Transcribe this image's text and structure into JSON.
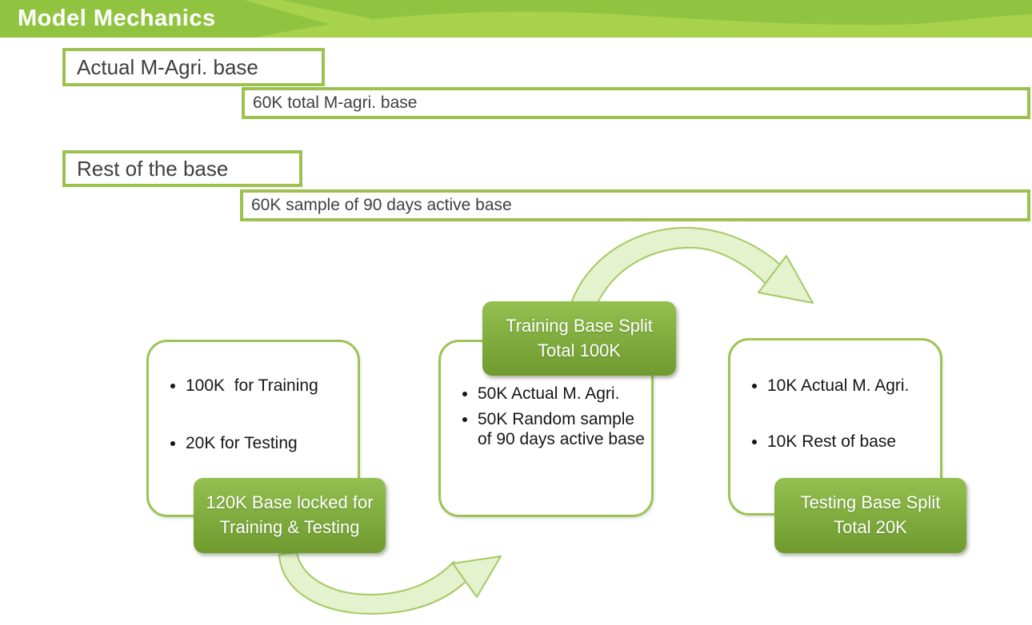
{
  "slide": {
    "title": "Model Mechanics"
  },
  "headers": [
    {
      "label": "Actual M-Agri. base",
      "detail": "60K total M-agri. base"
    },
    {
      "label": "Rest of the base",
      "detail": "60K sample of 90 days active base"
    }
  ],
  "cards": {
    "training_lock": {
      "bullets": [
        "100K  for Training",
        "20K for Testing"
      ],
      "badge_lines": [
        "120K Base locked for",
        "Training & Testing"
      ]
    },
    "training_split": {
      "badge_lines": [
        "Training Base Split",
        "Total 100K"
      ],
      "bullets": [
        "50K Actual M. Agri.",
        "50K Random sample of 90 days active base"
      ]
    },
    "testing_split": {
      "bullets": [
        "10K Actual M. Agri.",
        "10K Rest of base"
      ],
      "badge_lines": [
        "Testing Base Split",
        "Total 20K"
      ]
    }
  },
  "arrows": [
    {
      "name": "training-split-to-testing-split",
      "direction": "right-down"
    },
    {
      "name": "base-lock-to-training-split",
      "direction": "right-up"
    }
  ],
  "colors": {
    "banner_base": "#a8d24c",
    "banner_swoosh": "#90c440",
    "box_border": "#9cc14f",
    "card_border": "#9dc355",
    "badge_gradient_top": "#93c050",
    "badge_gradient_bottom": "#6f9a2f",
    "arrow_fill": "#e4f2ce",
    "arrow_stroke": "#a6c963",
    "title_text": "#ffffff",
    "body_text": "#3f3f3f"
  }
}
